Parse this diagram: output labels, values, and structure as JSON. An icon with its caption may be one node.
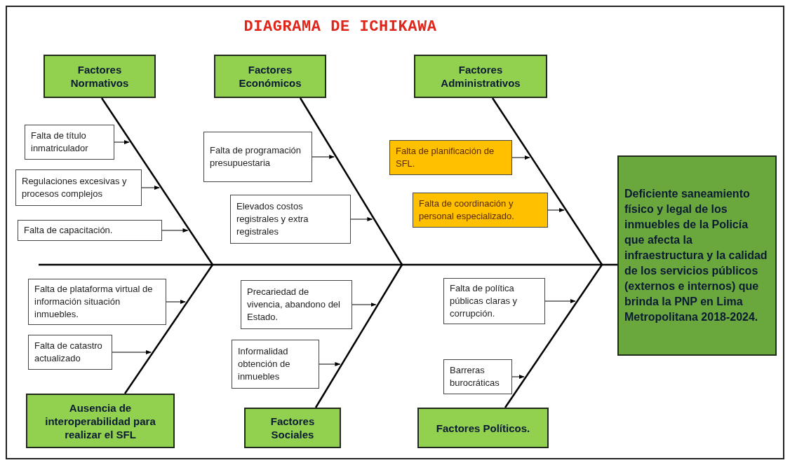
{
  "diagram": {
    "title": "DIAGRAMA DE ICHIKAWA",
    "nodes": [
      {
        "text": [
          "Factores Normativos"
        ]
      },
      {
        "text": [
          "Factores Económicos"
        ]
      },
      {
        "text": [
          "Factores Administrativos"
        ]
      },
      {
        "text": [
          "Deficiente saneamiento físico y legal de los inmuebles de la Policía que afecta la infraestructura y la calidad de los servicios públicos (externos e internos) que brinda la PNP en Lima Metropolitana 2018-2024."
        ]
      },
      {
        "text": [
          "Falta de título inmatriculador"
        ]
      },
      {
        "text": [
          "Regulaciones excesivas y procesos complejos"
        ]
      },
      {
        "text": [
          "Falta de capacitación."
        ]
      },
      {
        "text": [
          "Falta de programación presupuestaria"
        ]
      },
      {
        "text": [
          "Elevados costos registrales y extra registrales"
        ]
      },
      {
        "text": [
          "Falta de planificación de SFL."
        ]
      },
      {
        "text": [
          "Falta de coordinación y personal especializado."
        ]
      },
      {
        "text": [
          "Falta de plataforma virtual de información situación inmuebles."
        ]
      },
      {
        "text": [
          "Falta de catastro actualizado"
        ]
      },
      {
        "text": [
          "Precariedad de vivencia, abandono del Estado."
        ]
      },
      {
        "text": [
          "Informalidad obtención de inmuebles"
        ]
      },
      {
        "text": [
          "Falta de política públicas claras y corrupción."
        ]
      },
      {
        "text": [
          "Barreras burocráticas"
        ]
      },
      {
        "text": [
          "Ausencia de interoperabilidad para realizar el SFL"
        ]
      },
      {
        "text": [
          "Factores Sociales"
        ]
      },
      {
        "text": [
          "Factores Políticos."
        ]
      }
    ],
    "edges": [
      {
        "from": null,
        "to": 3,
        "arrow": "none"
      },
      {
        "from": 0,
        "to": null,
        "arrow": "none"
      },
      {
        "from": 1,
        "to": null,
        "arrow": "none"
      },
      {
        "from": 2,
        "to": null,
        "arrow": "none"
      },
      {
        "from": 17,
        "to": null,
        "arrow": "none"
      },
      {
        "from": 18,
        "to": null,
        "arrow": "none"
      },
      {
        "from": 19,
        "to": null,
        "arrow": "none"
      },
      {
        "from": 4,
        "to": null,
        "arrow": "to"
      },
      {
        "from": 5,
        "to": null,
        "arrow": "to"
      },
      {
        "from": 6,
        "to": null,
        "arrow": "to"
      },
      {
        "from": 7,
        "to": null,
        "arrow": "to"
      },
      {
        "from": 8,
        "to": null,
        "arrow": "to"
      },
      {
        "from": 9,
        "to": null,
        "arrow": "to"
      },
      {
        "from": 10,
        "to": null,
        "arrow": "to"
      },
      {
        "from": 11,
        "to": null,
        "arrow": "to"
      },
      {
        "from": 12,
        "to": null,
        "arrow": "to"
      },
      {
        "from": 13,
        "to": null,
        "arrow": "to"
      },
      {
        "from": 14,
        "to": null,
        "arrow": "to"
      },
      {
        "from": 15,
        "to": null,
        "arrow": "to"
      },
      {
        "from": 16,
        "to": null,
        "arrow": "to"
      }
    ]
  }
}
